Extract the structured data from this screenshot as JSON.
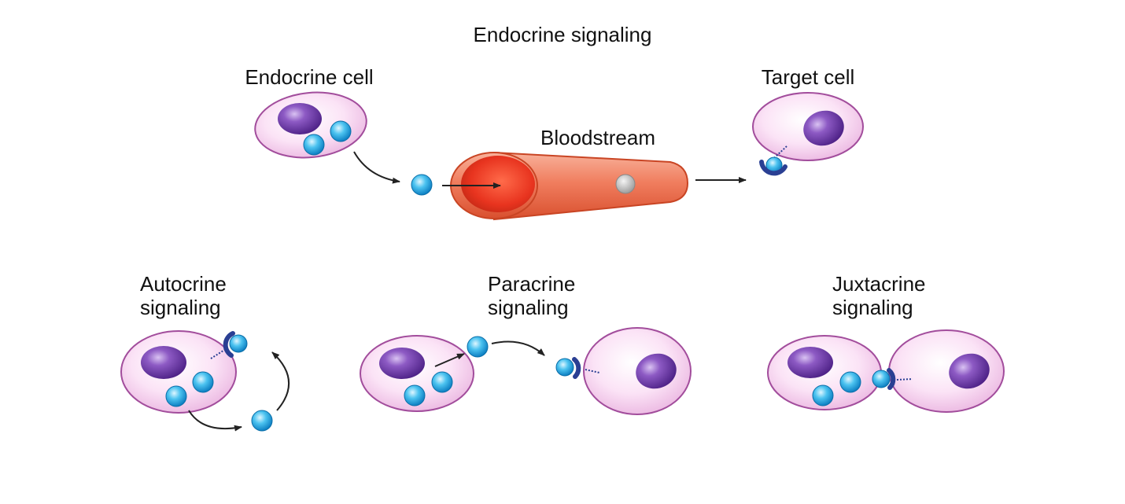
{
  "title": "Endocrine signaling",
  "labels": {
    "endocrine_cell": "Endocrine cell",
    "bloodstream": "Bloodstream",
    "target_cell": "Target cell",
    "autocrine": [
      "Autocrine",
      "signaling"
    ],
    "paracrine": [
      "Paracrine",
      "signaling"
    ],
    "juxtacrine": [
      "Juxtacrine",
      "signaling"
    ]
  },
  "colors": {
    "cell_fill": "#f7d6ef",
    "cell_stroke": "#a24d9c",
    "nucleus": "#6a3aa4",
    "molecule": "#29aee3",
    "receptor": "#2a3f93",
    "vessel": "#f07d5e",
    "vessel_opening": "#e8341f",
    "arrow": "#222222"
  }
}
